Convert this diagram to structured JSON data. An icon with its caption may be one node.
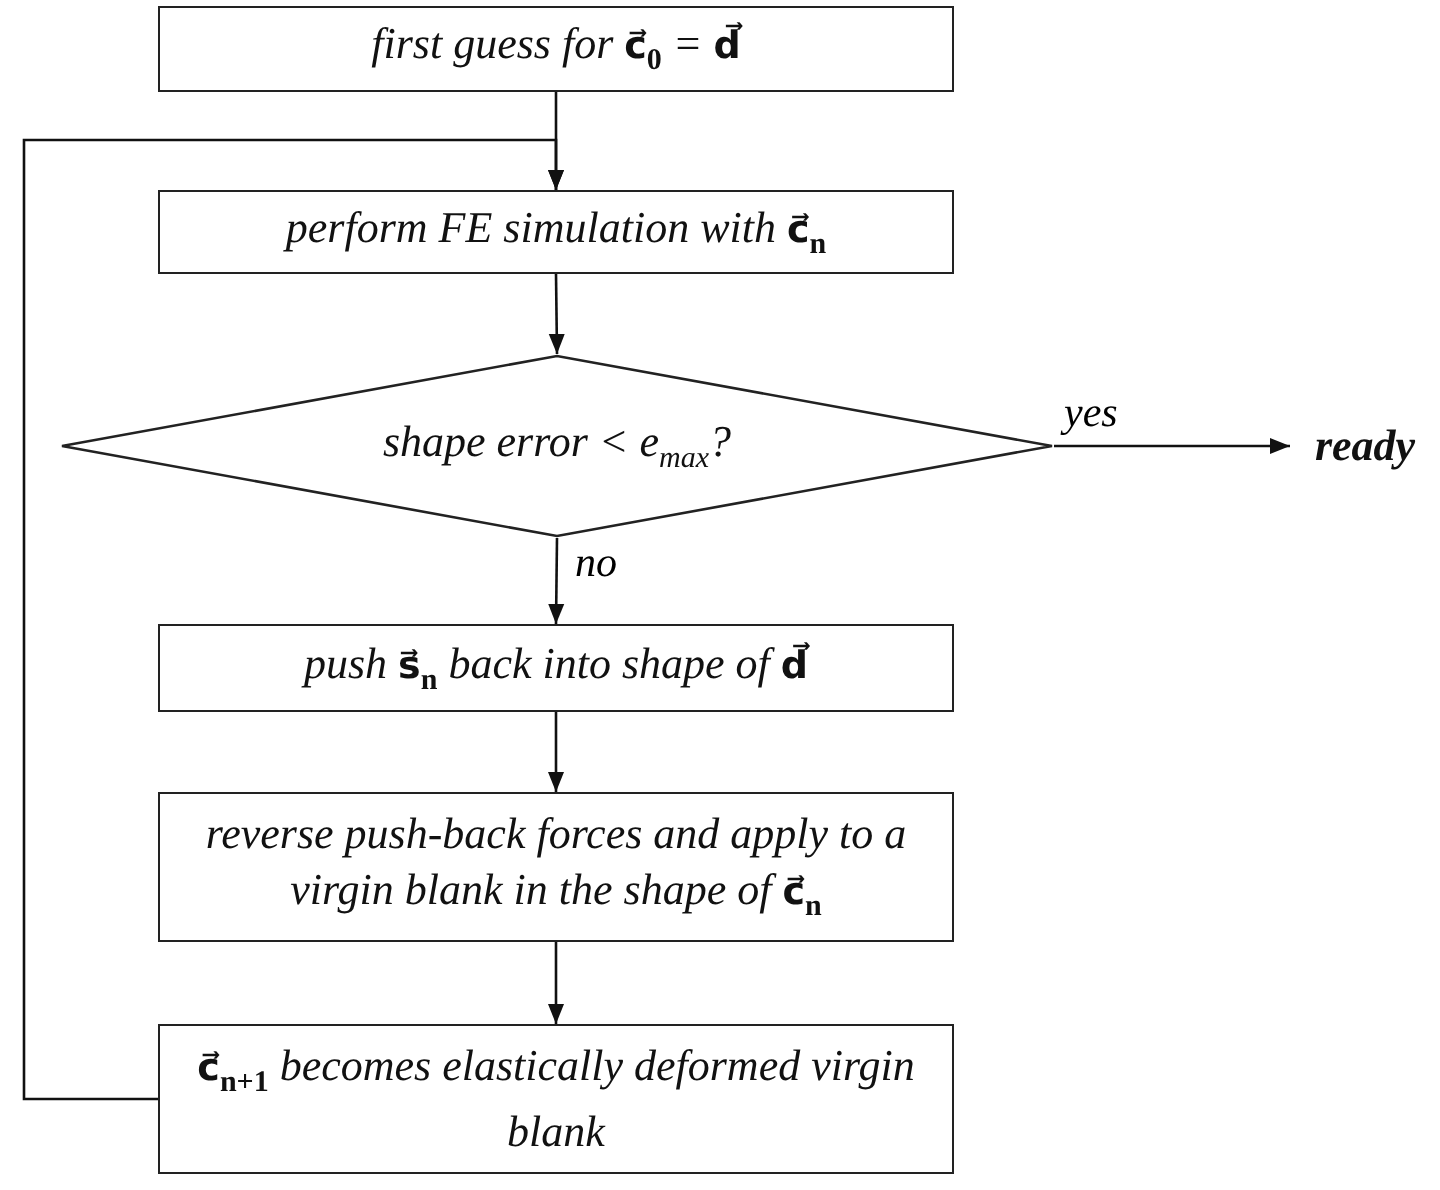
{
  "diagram": {
    "nodes": [
      {
        "text": [
          "first guess for **c⃗**$_{0}$ = **d⃗**"
        ]
      },
      {
        "text": [
          "perform FE simulation with **c⃗**$_{n}$"
        ]
      },
      {
        "text": [
          "shape error < e$_{max}$?"
        ]
      },
      {
        "text": [
          "ready"
        ]
      },
      {
        "text": [
          "push **s⃗**$_{n}$ back into shape of **d⃗**"
        ]
      },
      {
        "text": [
          "reverse push-back forces and apply to a virgin blank in the shape of **c⃗**$_{n}$"
        ]
      },
      {
        "text": [
          "**c⃗**$_{n+1}$ becomes elastically deformed virgin blank"
        ]
      }
    ],
    "edges": [
      {
        "from": 0,
        "to": 1,
        "arrow": "to"
      },
      {
        "from": 1,
        "to": 2,
        "arrow": "to"
      },
      {
        "from": 2,
        "to": 3,
        "arrow": "to",
        "label": "yes"
      },
      {
        "from": 2,
        "to": 4,
        "arrow": "to",
        "label": "no"
      },
      {
        "from": 4,
        "to": 5,
        "arrow": "to"
      },
      {
        "from": 5,
        "to": 6,
        "arrow": "to"
      },
      {
        "from": 6,
        "to": 1,
        "arrow": "to"
      }
    ]
  }
}
